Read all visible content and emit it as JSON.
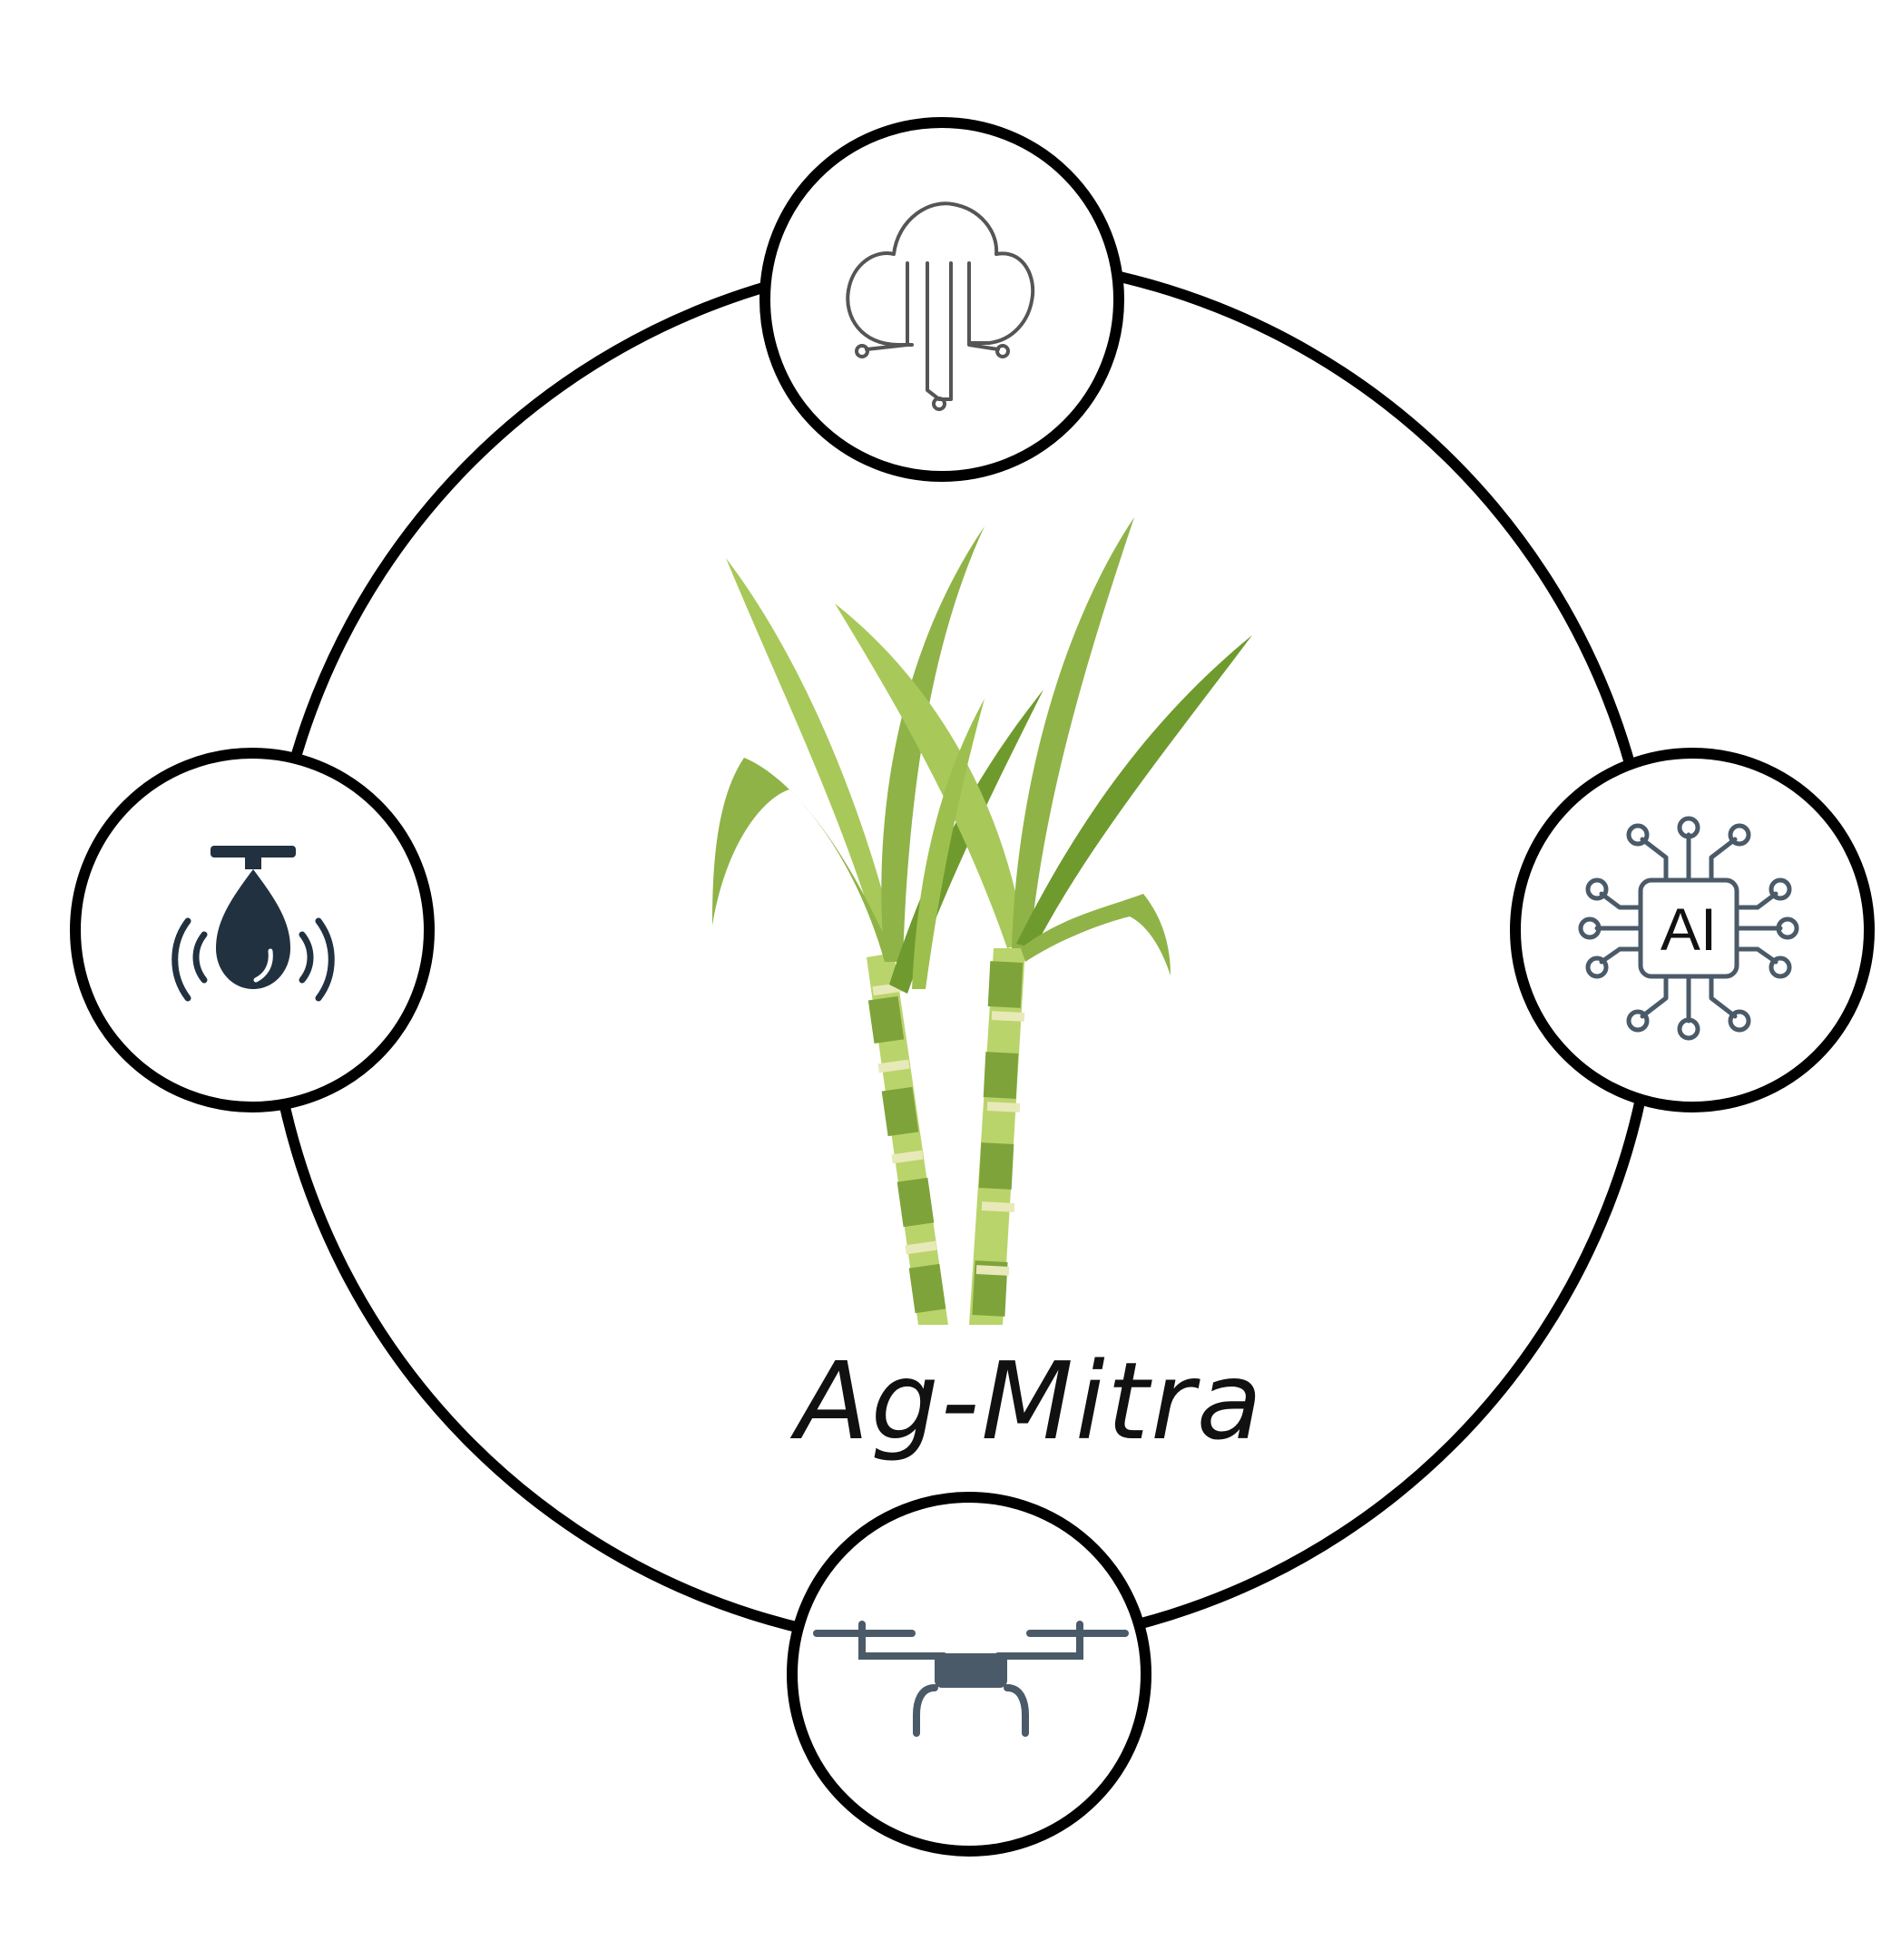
{
  "title": "Ag-Mitra",
  "center_image": "sugarcane-plant",
  "nodes": [
    {
      "position": "top",
      "icon": "cloud-network-icon"
    },
    {
      "position": "right",
      "icon": "ai-chip-icon",
      "label": "AI"
    },
    {
      "position": "bottom",
      "icon": "drone-icon"
    },
    {
      "position": "left",
      "icon": "water-sensor-icon"
    }
  ],
  "colors": {
    "ring": "#000000",
    "icon_dark": "#22313f",
    "icon_gray": "#4a5a68",
    "leaf_light": "#a8c85a",
    "leaf_dark": "#6f9a2e",
    "stalk_light": "#b9d46a",
    "stalk_dark": "#7ea33a",
    "node_band": "#e8e9b8"
  }
}
